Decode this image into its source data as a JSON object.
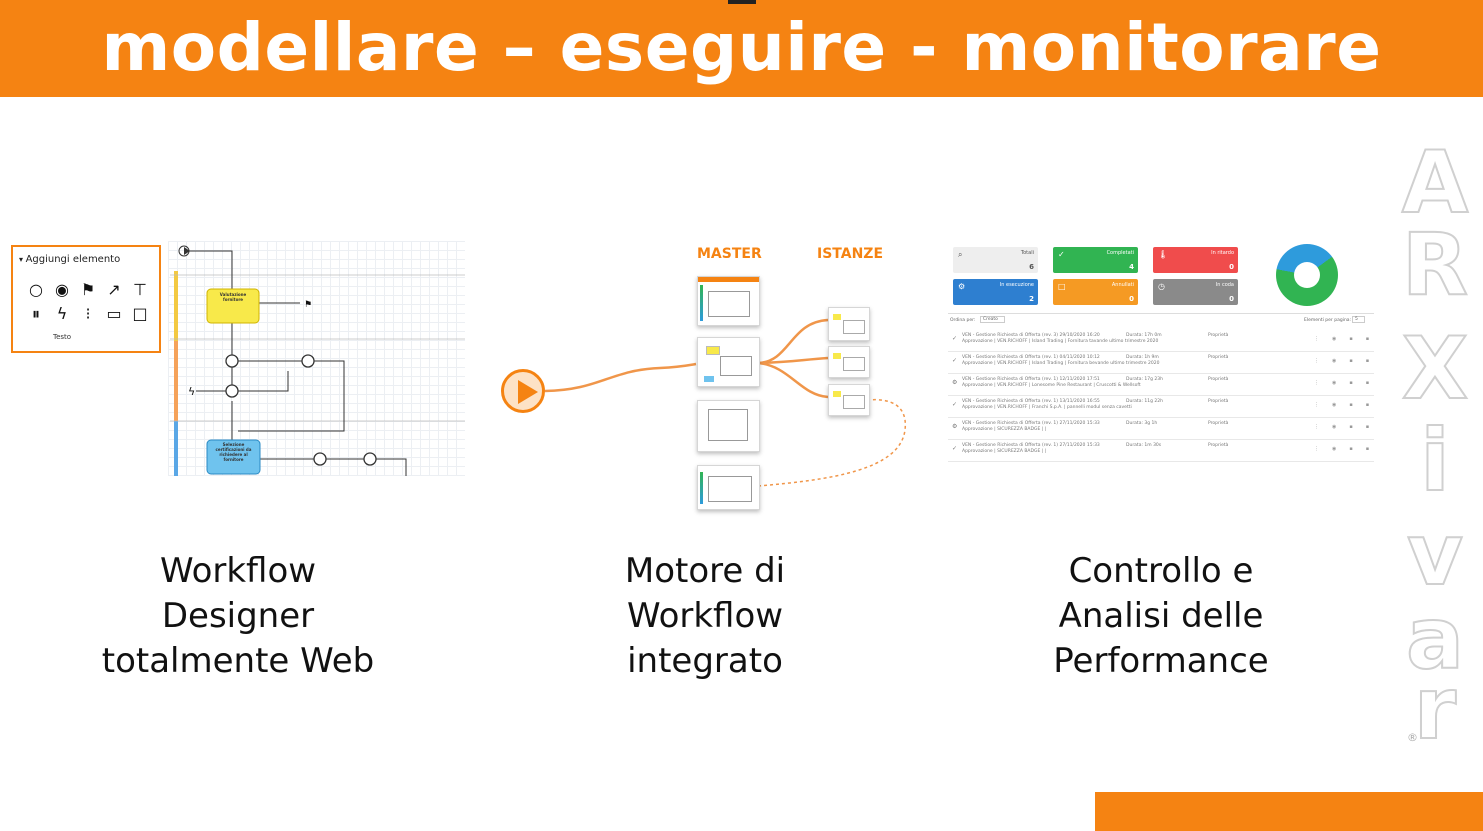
{
  "header": {
    "title": "modellare – eseguire - monitorare"
  },
  "colors": {
    "accent": "#f58312",
    "green": "#31b452",
    "red": "#f04c4c",
    "blue": "#2e7fd0",
    "orange": "#f59a23",
    "gray": "#8a8a8a"
  },
  "panels": {
    "designer": {
      "caption": "Workflow\nDesigner\ntotalmente Web",
      "palette": {
        "title": "Aggiungi elemento",
        "icons": [
          "start-event-icon",
          "end-event-icon",
          "flag-icon",
          "arrow-icon",
          "hierarchy-icon",
          "pause-event-icon",
          "lightning-icon",
          "traffic-light-icon",
          "window-icon",
          "rectangle-icon"
        ],
        "text_label": "Testo"
      },
      "diagram": {
        "task1_title": "Valutazione fornitore",
        "task2_title": "Selezione certificazioni da richiedere al fornitore"
      }
    },
    "engine": {
      "caption": "Motore di\nWorkflow\nintegrato",
      "master_label": "MASTER",
      "instances_label": "ISTANZE"
    },
    "monitor": {
      "caption": "Controllo e\nAnalisi delle\nPerformance",
      "stats": [
        {
          "label": "Totali",
          "value": "6",
          "color": "#eeeeee",
          "icon": "search-icon"
        },
        {
          "label": "Completati",
          "value": "4",
          "color": "#31b452",
          "icon": "check-icon"
        },
        {
          "label": "In ritardo",
          "value": "0",
          "color": "#f04c4c",
          "icon": "thermometer-icon"
        },
        {
          "label": "In esecuzione",
          "value": "2",
          "color": "#2e7fd0",
          "icon": "gears-icon"
        },
        {
          "label": "Annullati",
          "value": "0",
          "color": "#f59a23",
          "icon": "square-icon"
        },
        {
          "label": "In coda",
          "value": "0",
          "color": "#8a8a8a",
          "icon": "clock-icon"
        }
      ],
      "sort_label": "Ordina per:",
      "sort_value": "Creato",
      "page_size_label": "Elementi per pagina:",
      "page_size_value": "5",
      "rows": [
        {
          "line1": "VEN - Gestione Richiesta di Offerta (rev. 3) 29/10/2020 16:20",
          "line2": "Approvazione | VEN.RICHOFF | Island Trading | Fornitura tavande ultimo trimestre 2020",
          "duration": "Durata: 17h 0m",
          "prop": "Proprietà"
        },
        {
          "line1": "VEN - Gestione Richiesta di Offerta (rev. 1) 04/11/2020 10:12",
          "line2": "Approvazione | VEN.RICHOFF | Island Trading | Fornitura bevande ultimo trimestre 2020",
          "duration": "Durata: 1h 9m",
          "prop": "Proprietà"
        },
        {
          "line1": "VEN - Gestione Richiesta di Offerta (rev. 1) 12/11/2020 17:51",
          "line2": "Approvazione | VEN.RICHOFF | Lonesome Pine Restaurant | Cruscotti & Wellsoft",
          "duration": "Durata: 17g 23h",
          "prop": "Proprietà"
        },
        {
          "line1": "VEN - Gestione Richiesta di Offerta (rev. 1) 13/11/2020 16:55",
          "line2": "Approvazione | VEN.RICHOFF | Franchi S.p.A. | pannelli modul senza cavetti",
          "duration": "Durata: 11g 22h",
          "prop": "Proprietà"
        },
        {
          "line1": "VEN - Gestione Richiesta di Offerta (rev. 1) 27/11/2020 15:33",
          "line2": "Approvazione | SICUREZZA BADGE | |",
          "duration": "Durata: 3g 1h",
          "prop": "Proprietà"
        },
        {
          "line1": "VEN - Gestione Richiesta di Offerta (rev. 1) 27/11/2020 15:33",
          "line2": "Approvazione | SICUREZZA BADGE | |",
          "duration": "Durata: 1m 30s",
          "prop": "Proprietà"
        }
      ]
    }
  },
  "logo": {
    "letters": [
      "A",
      "R",
      "X",
      "i",
      "v",
      "a",
      "r"
    ],
    "reg": "®"
  }
}
